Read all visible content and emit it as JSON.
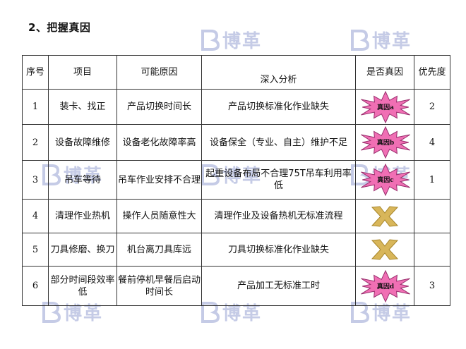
{
  "heading": "2、把握真因",
  "watermark": {
    "text": "博革",
    "color": "#5b6db8"
  },
  "table": {
    "headers": [
      "序号",
      "项目",
      "可能原因",
      "深入分析",
      "是否真因",
      "优先度"
    ],
    "rows": [
      {
        "no": "1",
        "item": "装卡、找正",
        "cause": "产品切换时间长",
        "analysis": "产品切换标准化作业缺失",
        "mark": "star",
        "mark_label": "真因a",
        "priority": "2"
      },
      {
        "no": "2",
        "item": "设备故障维修",
        "cause": "设备老化故障率高",
        "analysis": "设备保全（专业、自主）维护不足",
        "mark": "star",
        "mark_label": "真因b",
        "priority": "4"
      },
      {
        "no": "3",
        "item": "吊车等待",
        "cause": "吊车作业安排不合理",
        "analysis": "起重设备布局不合理75T吊车利用率低",
        "mark": "star",
        "mark_label": "真因c",
        "priority": "1"
      },
      {
        "no": "4",
        "item": "清理作业热机",
        "cause": "操作人员随意性大",
        "analysis": "清理作业及设备热机无标准流程",
        "mark": "cross",
        "mark_label": "",
        "priority": ""
      },
      {
        "no": "5",
        "item": "刀具修磨、换刀",
        "cause": "机台离刀具库远",
        "analysis": "刀具切换标准化作业缺失",
        "mark": "cross",
        "mark_label": "",
        "priority": ""
      },
      {
        "no": "6",
        "item": "部分时间段效率低",
        "cause": "餐前停机早餐后启动时间长",
        "analysis": "产品加工无标准工时",
        "mark": "star",
        "mark_label": "真因d",
        "priority": "3"
      }
    ]
  },
  "colors": {
    "star_fill": "#f06fb4",
    "star_stroke": "#9a2f6e",
    "cross_fill": "#d8b65a",
    "cross_stroke": "#a8862a"
  }
}
